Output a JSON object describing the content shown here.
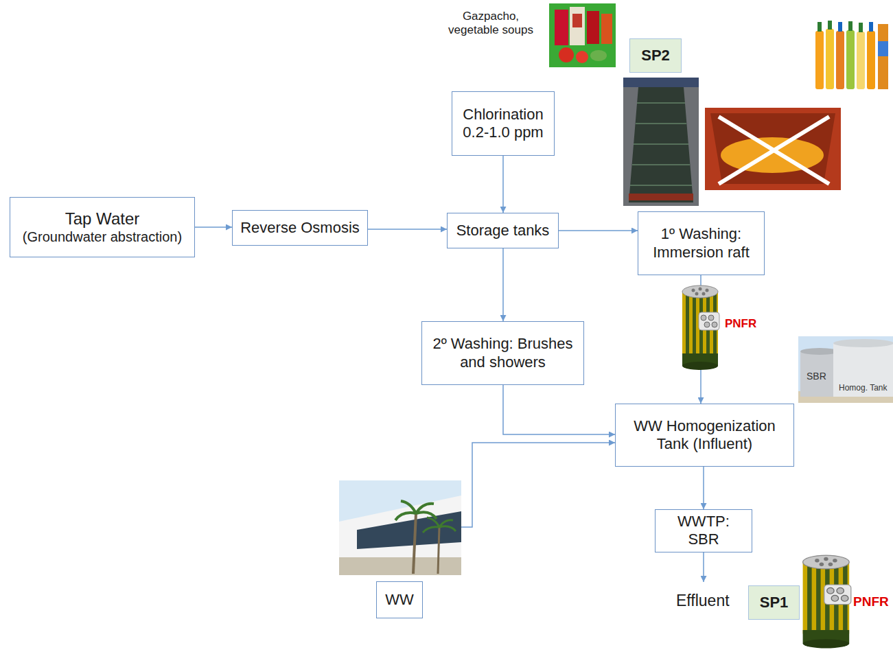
{
  "diagram": {
    "nodes": [
      {
        "text": [
          "Tap Water",
          "(Groundwater abstraction)"
        ]
      },
      {
        "text": [
          "Reverse Osmosis"
        ]
      },
      {
        "text": [
          "Chlorination 0.2-1.0 ppm"
        ]
      },
      {
        "text": [
          "Storage tanks"
        ]
      },
      {
        "text": [
          "1º Washing: Immersion raft"
        ]
      },
      {
        "text": [
          "2º Washing: Brushes and showers"
        ]
      },
      {
        "text": [
          "WW Homogenization Tank (Influent)"
        ]
      },
      {
        "text": [
          "WWTP: SBR"
        ]
      },
      {
        "text": [
          "WW"
        ]
      },
      {
        "text": [
          "SP2"
        ]
      },
      {
        "text": [
          "SP1"
        ]
      }
    ],
    "edges": [
      {
        "from": 0,
        "to": 1,
        "arrow": "to"
      },
      {
        "from": 1,
        "to": 3,
        "arrow": "to"
      },
      {
        "from": 2,
        "to": 3,
        "arrow": "to"
      },
      {
        "from": 3,
        "to": 4,
        "arrow": "to"
      },
      {
        "from": 3,
        "to": 5,
        "arrow": "to"
      },
      {
        "from": 5,
        "to": 6,
        "arrow": "to"
      },
      {
        "from": 8,
        "to": 6,
        "arrow": "to"
      },
      {
        "from": 4,
        "to": 6,
        "arrow": "to"
      },
      {
        "from": 6,
        "to": 7,
        "arrow": "to"
      }
    ],
    "labels": [
      "Gazpacho, vegetable soups",
      "PNFR",
      "SBR",
      "Homog. Tank",
      "Effluent",
      "PNFR"
    ]
  }
}
